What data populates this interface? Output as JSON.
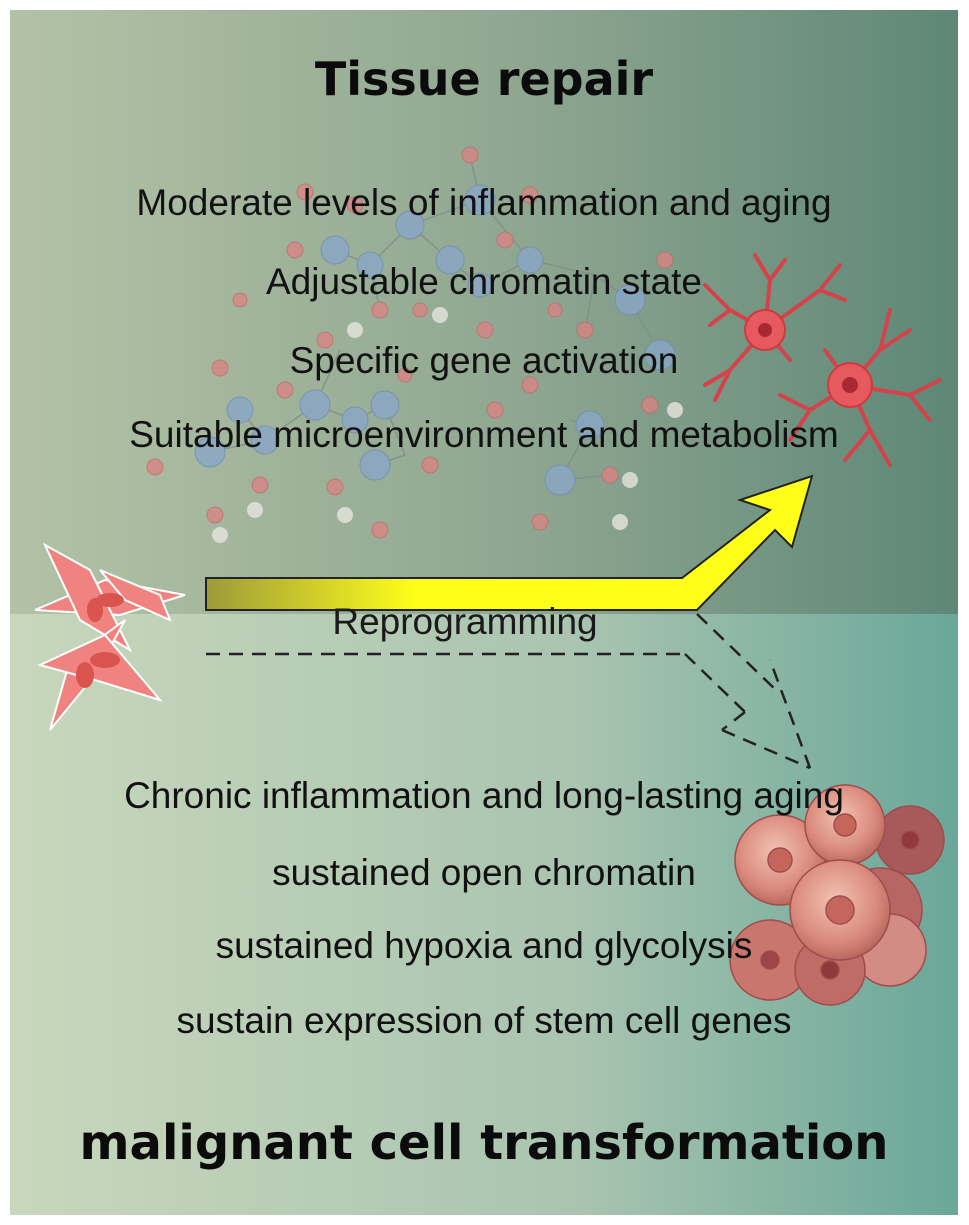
{
  "top_panel": {
    "title": "Tissue repair",
    "lines": [
      "Moderate levels of inflammation and aging",
      "Adjustable chromatin state",
      "Specific gene activation",
      "Suitable microenvironment and metabolism"
    ],
    "background_colors": [
      "#b3c2a6",
      "#5e8777"
    ]
  },
  "arrow": {
    "label": "Reprogramming",
    "solid_color": "#ffff1a",
    "style_upper": "solid",
    "style_lower": "dashed"
  },
  "bottom_panel": {
    "title": "malignant cell transformation",
    "lines": [
      "Chronic inflammation and long-lasting aging",
      "sustained open chromatin",
      "sustained hypoxia and glycolysis",
      "sustain expression of stem cell genes"
    ],
    "background_colors": [
      "#c8d7bc",
      "#6aa799"
    ]
  },
  "illustrations": {
    "molecule": "molecule-network-icon",
    "source_cells": "fibroblast-cells-icon",
    "neurons": "neuron-cells-icon",
    "tumor": "tumor-cell-cluster-icon"
  }
}
